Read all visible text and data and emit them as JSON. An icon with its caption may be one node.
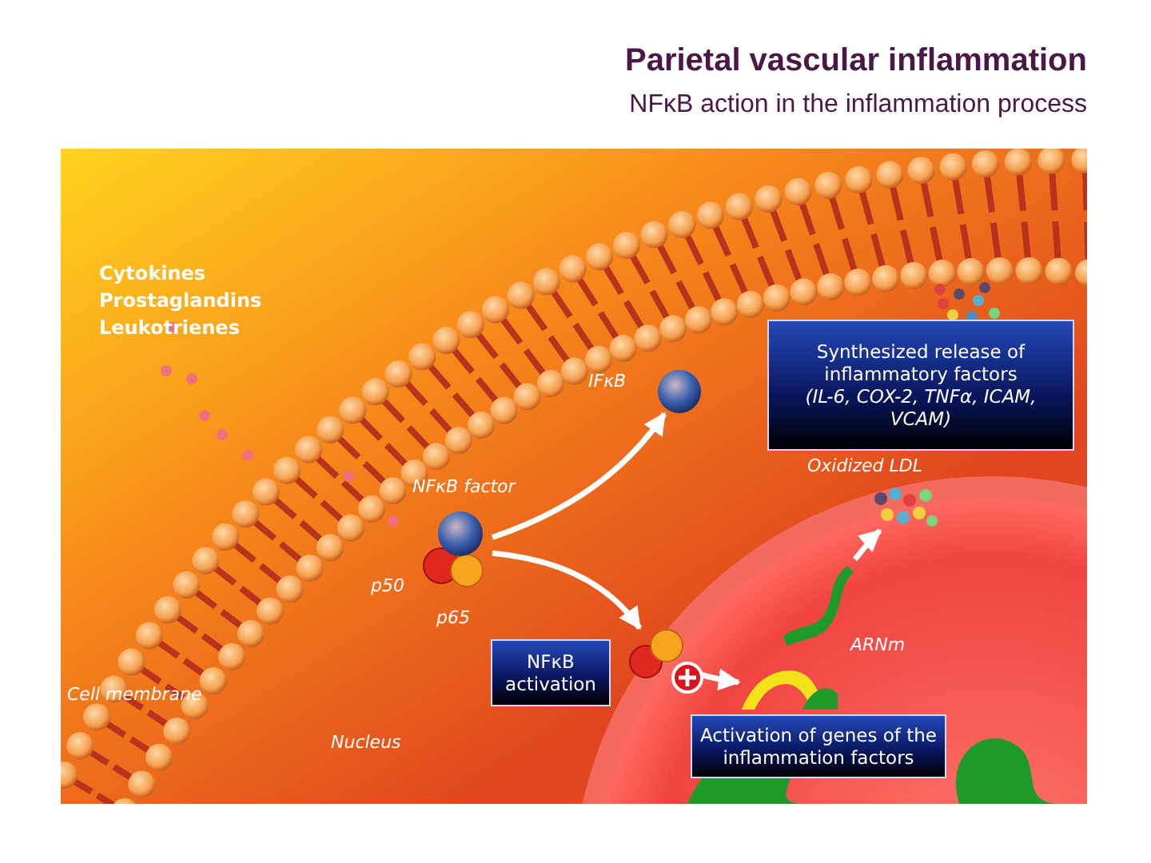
{
  "diagram": {
    "title": "Parietal vascular inflammation",
    "nodes": [
      {
        "text": [
          "Synthesized release of inflammatory factors",
          "(IL-6, COX-2, TNFα, ICAM, VCAM)"
        ]
      },
      {
        "text": [],
        "shape": "circle",
        "beside": [
          "IFκB"
        ]
      },
      {
        "text": [],
        "shape": "picture",
        "beside": [
          "Oxidized LDL"
        ]
      },
      {
        "text": [],
        "shape": "picture",
        "beside": [
          "NFκB factor",
          "p50",
          "p65"
        ]
      },
      {
        "text": [],
        "shape": "picture",
        "beside": [
          "ARNm"
        ]
      },
      {
        "text": [
          "NFκB activation"
        ]
      },
      {
        "text": [],
        "shape": "picture"
      },
      {
        "text": [],
        "shape": "picture"
      },
      {
        "text": [
          "Activation of genes of the inflammation factors"
        ]
      }
    ],
    "edges": [
      {
        "from": 3,
        "to": 1,
        "arrow": "to"
      },
      {
        "from": 3,
        "to": 6,
        "arrow": "to"
      },
      {
        "from": 6,
        "to": 7,
        "arrow": "to"
      },
      {
        "from": 4,
        "to": 2,
        "arrow": "to"
      }
    ],
    "labels": [
      "NFκB action in the inflammation process",
      "Cytokines",
      "Prostaglandins",
      "Leukotrienes",
      "Cell membrane",
      "Nucleus"
    ]
  }
}
